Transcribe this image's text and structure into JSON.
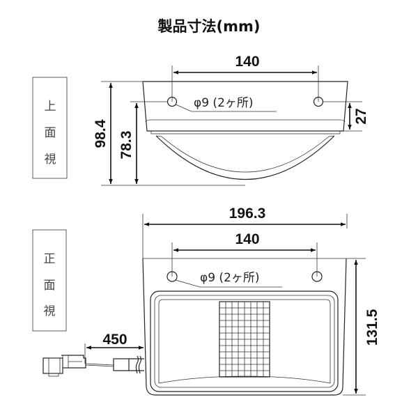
{
  "title": "製品寸法(mm)",
  "top_view": {
    "label_chars": [
      "上",
      "面",
      "視"
    ],
    "dim_hole_pitch": "140",
    "dim_total_depth": "98.4",
    "dim_depth_from_holes": "78.3",
    "dim_hole_offset": "27",
    "hole_note": "φ9 (2ヶ所)"
  },
  "front_view": {
    "label_chars": [
      "正",
      "面",
      "視"
    ],
    "dim_total_width": "196.3",
    "dim_hole_pitch": "140",
    "dim_height": "131.5",
    "dim_cable_length": "450",
    "hole_note": "φ9 (2ヶ所)"
  }
}
